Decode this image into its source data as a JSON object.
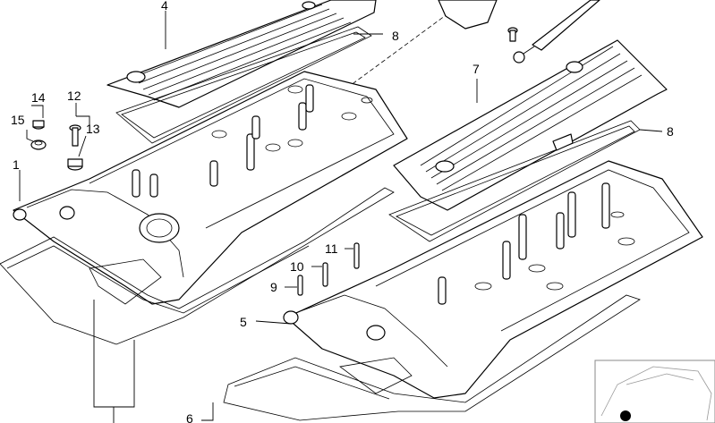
{
  "callouts": {
    "c1": "1",
    "c4": "4",
    "c5": "5",
    "c6": "6",
    "c7": "7",
    "c8a": "8",
    "c8b": "8",
    "c9": "9",
    "c10": "10",
    "c11": "11",
    "c12": "12",
    "c13": "13",
    "c14": "14",
    "c15": "15"
  }
}
